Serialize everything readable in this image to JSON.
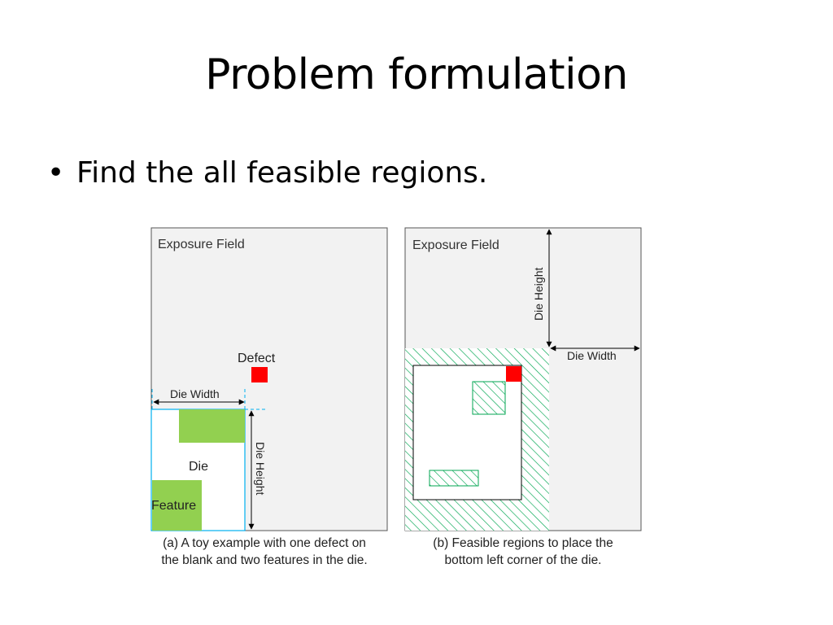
{
  "slide": {
    "title": "Problem formulation",
    "bullet_symbol": "•",
    "bullet_text": "Find the all feasible regions."
  },
  "figure_a": {
    "field_label": "Exposure Field",
    "defect_label": "Defect",
    "die_width_label": "Die Width",
    "die_height_label": "Die Height",
    "die_label": "Die",
    "feature_label": "Feature",
    "caption_line1": "(a) A toy example with one defect on",
    "caption_line2": "the blank and two features in the die."
  },
  "figure_b": {
    "field_label": "Exposure Field",
    "die_height_label": "Die Height",
    "die_width_label": "Die Width",
    "caption_line1": "(b) Feasible regions to place the",
    "caption_line2": "bottom left corner of the die."
  },
  "colors": {
    "field_fill": "#f2f2f2",
    "defect": "#ff0000",
    "feature": "#92d050",
    "hatch": "#00a651",
    "die_outline": "#00b0f0"
  }
}
